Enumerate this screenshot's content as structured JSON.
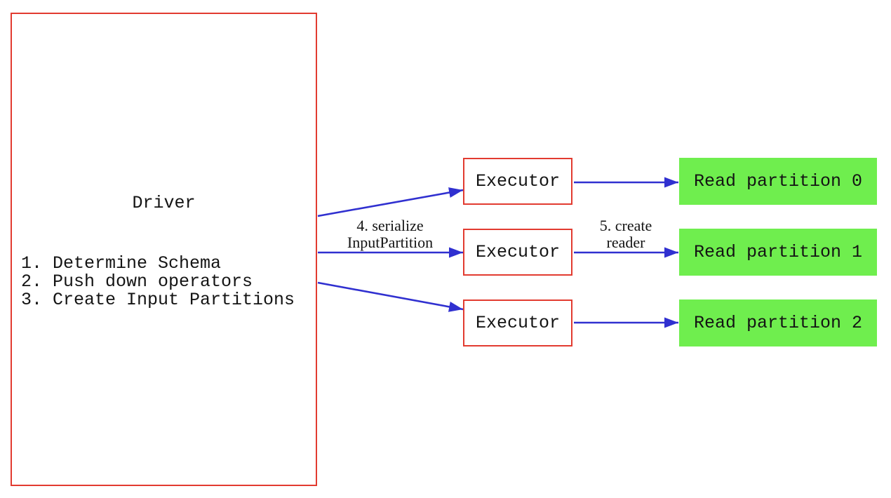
{
  "diagram": {
    "driver": {
      "title": "Driver",
      "steps": [
        "1. Determine Schema",
        "2. Push down operators",
        "3. Create Input Partitions"
      ]
    },
    "executors": [
      "Executor",
      "Executor",
      "Executor"
    ],
    "partitions": [
      "Read partition 0",
      "Read partition 1",
      "Read partition 2"
    ],
    "edge_labels": {
      "serialize": [
        "4. serialize",
        "InputPartition"
      ],
      "create_reader": [
        "5. create",
        "reader"
      ]
    },
    "colors": {
      "box_border_red": "#e23b30",
      "partition_green": "#6fee4e",
      "arrow_blue": "#3030d0",
      "text_black": "#141414",
      "background": "#ffffff"
    }
  }
}
